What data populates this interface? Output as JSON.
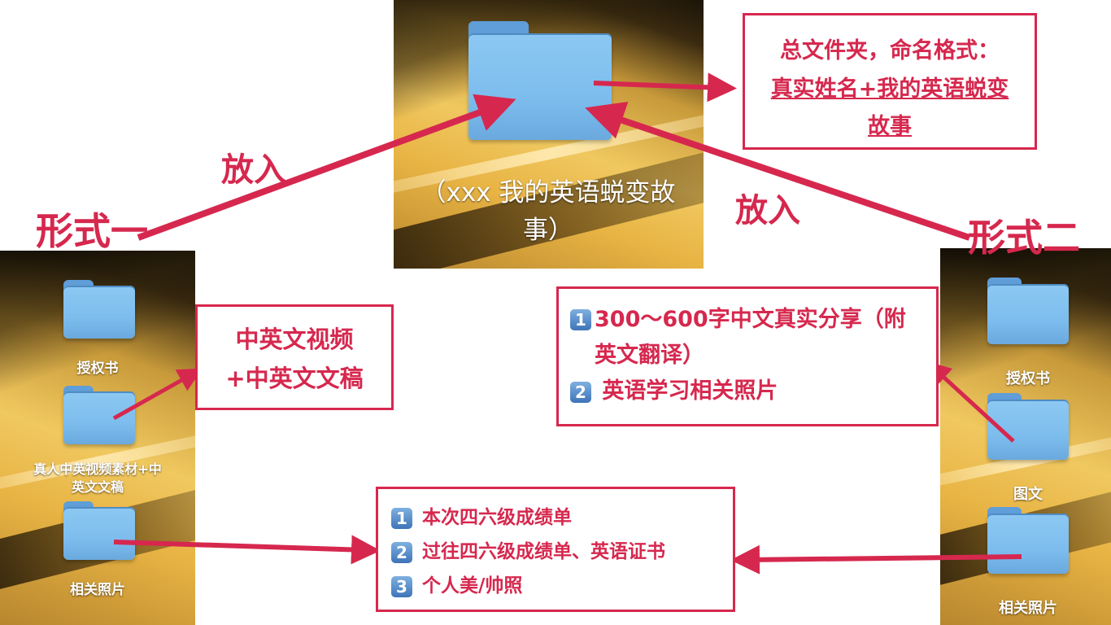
{
  "colors": {
    "accent": "#d6284e",
    "folder": "#7dbdee"
  },
  "center_folder": {
    "label": "（xxx 我的英语蜕变故事）",
    "icon": "folder-icon"
  },
  "main_box": {
    "line1": "总文件夹，命名格式：",
    "line2": "真实姓名+我的英语蜕变故事"
  },
  "put_in_left": "放入",
  "put_in_right": "放入",
  "form_one": {
    "title": "形式一",
    "folders": [
      {
        "label": "授权书",
        "icon": "folder-icon"
      },
      {
        "label": "真人中英视频素材+中英文文稿",
        "icon": "folder-icon"
      },
      {
        "label": "相关照片",
        "icon": "folder-icon"
      }
    ],
    "video_box": {
      "line1": "中英文视频",
      "line2": "+中英文文稿"
    }
  },
  "form_two": {
    "title": "形式二",
    "folders": [
      {
        "label": "授权书",
        "icon": "folder-icon"
      },
      {
        "label": "图文",
        "icon": "folder-icon"
      },
      {
        "label": "相关照片",
        "icon": "folder-icon"
      }
    ],
    "text_box": {
      "items": [
        {
          "num": "1",
          "text": "300～600字中文真实分享（附英文翻译）"
        },
        {
          "num": "2",
          "text": "英语学习相关照片"
        }
      ]
    }
  },
  "photo_box": {
    "items": [
      {
        "num": "1",
        "text": "本次四六级成绩单"
      },
      {
        "num": "2",
        "text": "过往四六级成绩单、英语证书"
      },
      {
        "num": "3",
        "text": "个人美/帅照"
      }
    ]
  }
}
